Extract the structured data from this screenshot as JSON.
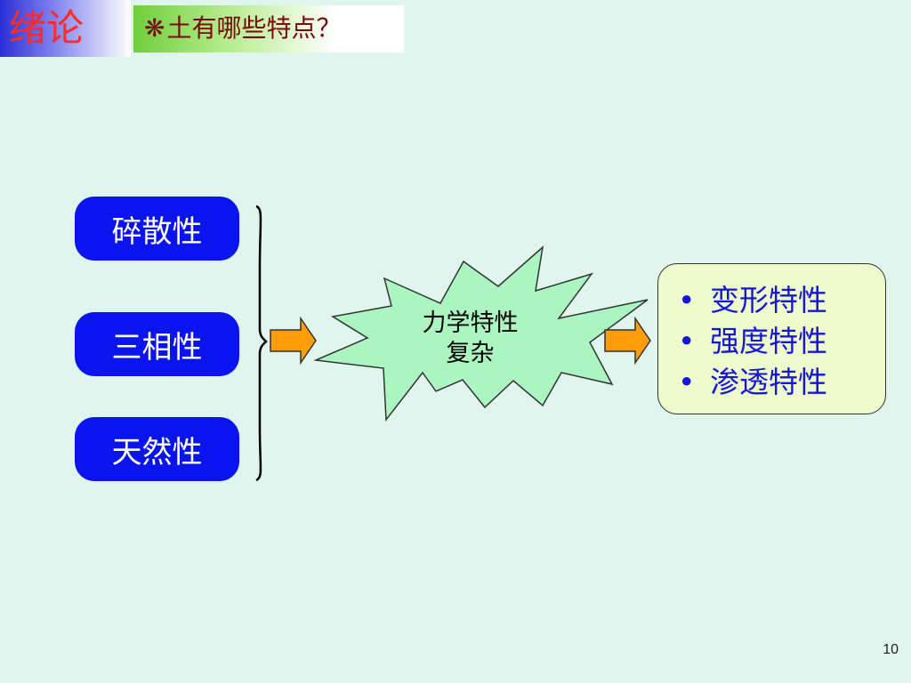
{
  "header": {
    "title": "绪论",
    "subtitle_mark": "❋",
    "subtitle": "土有哪些特点？"
  },
  "properties": [
    "碎散性",
    "三相性",
    "天然性"
  ],
  "center": {
    "line1": "力学特性",
    "line2": "复杂"
  },
  "results": {
    "bullet": "•",
    "items": [
      "变形特性",
      "强度特性",
      "渗透特性"
    ]
  },
  "page_number": "10",
  "colors": {
    "background": "#dff5ee",
    "pill": "#0a14ee",
    "title": "#ff2a2a",
    "subtitle": "#7a0a0a",
    "star_fill": "#aaf5c0",
    "arrow_fill": "#ff9d0a",
    "result_box": "#eefccd",
    "result_text": "#1616d8"
  }
}
